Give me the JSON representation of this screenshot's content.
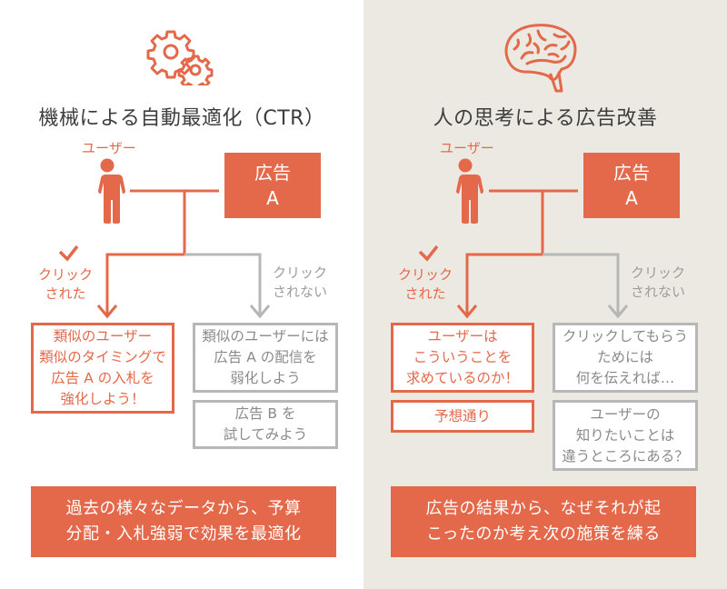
{
  "colors": {
    "accent": "#e4684a",
    "gray": "#b7b7b7",
    "gray_text": "#8a8a8a",
    "left_bg": "#ffffff",
    "right_bg": "#ece9e3",
    "title_text": "#3d3d3d"
  },
  "left": {
    "icon": "gears-icon",
    "title": "機械による自動最適化（CTR）",
    "user_label": "ユーザー",
    "ad": {
      "line1": "広告",
      "line2": "A"
    },
    "clicked_label": [
      "クリック",
      "された"
    ],
    "not_clicked_label": [
      "クリック",
      "されない"
    ],
    "clicked_boxes": [
      {
        "lines": [
          "類似のユーザー",
          "類似のタイミングで",
          "広告 A の入札を",
          "強化しよう！"
        ]
      }
    ],
    "not_clicked_boxes": [
      {
        "lines": [
          "類似のユーザーには",
          "広告 A の配信を",
          "弱化しよう"
        ]
      },
      {
        "lines": [
          "広告 B を",
          "試してみよう"
        ]
      }
    ],
    "summary": [
      "過去の様々なデータから、予算",
      "分配・入札強弱で効果を最適化"
    ]
  },
  "right": {
    "icon": "brain-icon",
    "title": "人の思考による広告改善",
    "user_label": "ユーザー",
    "ad": {
      "line1": "広告",
      "line2": "A"
    },
    "clicked_label": [
      "クリック",
      "された"
    ],
    "not_clicked_label": [
      "クリック",
      "されない"
    ],
    "clicked_boxes": [
      {
        "lines": [
          "ユーザーは",
          "こういうことを",
          "求めているのか！"
        ]
      },
      {
        "lines": [
          "予想通り"
        ]
      }
    ],
    "not_clicked_boxes": [
      {
        "lines": [
          "クリックしてもらう",
          "ためには",
          "何を伝えれば…"
        ]
      },
      {
        "lines": [
          "ユーザーの",
          "知りたいことは",
          "違うところにある？"
        ]
      }
    ],
    "summary": [
      "広告の結果から、なぜそれが起",
      "こったのか考え次の施策を練る"
    ]
  }
}
